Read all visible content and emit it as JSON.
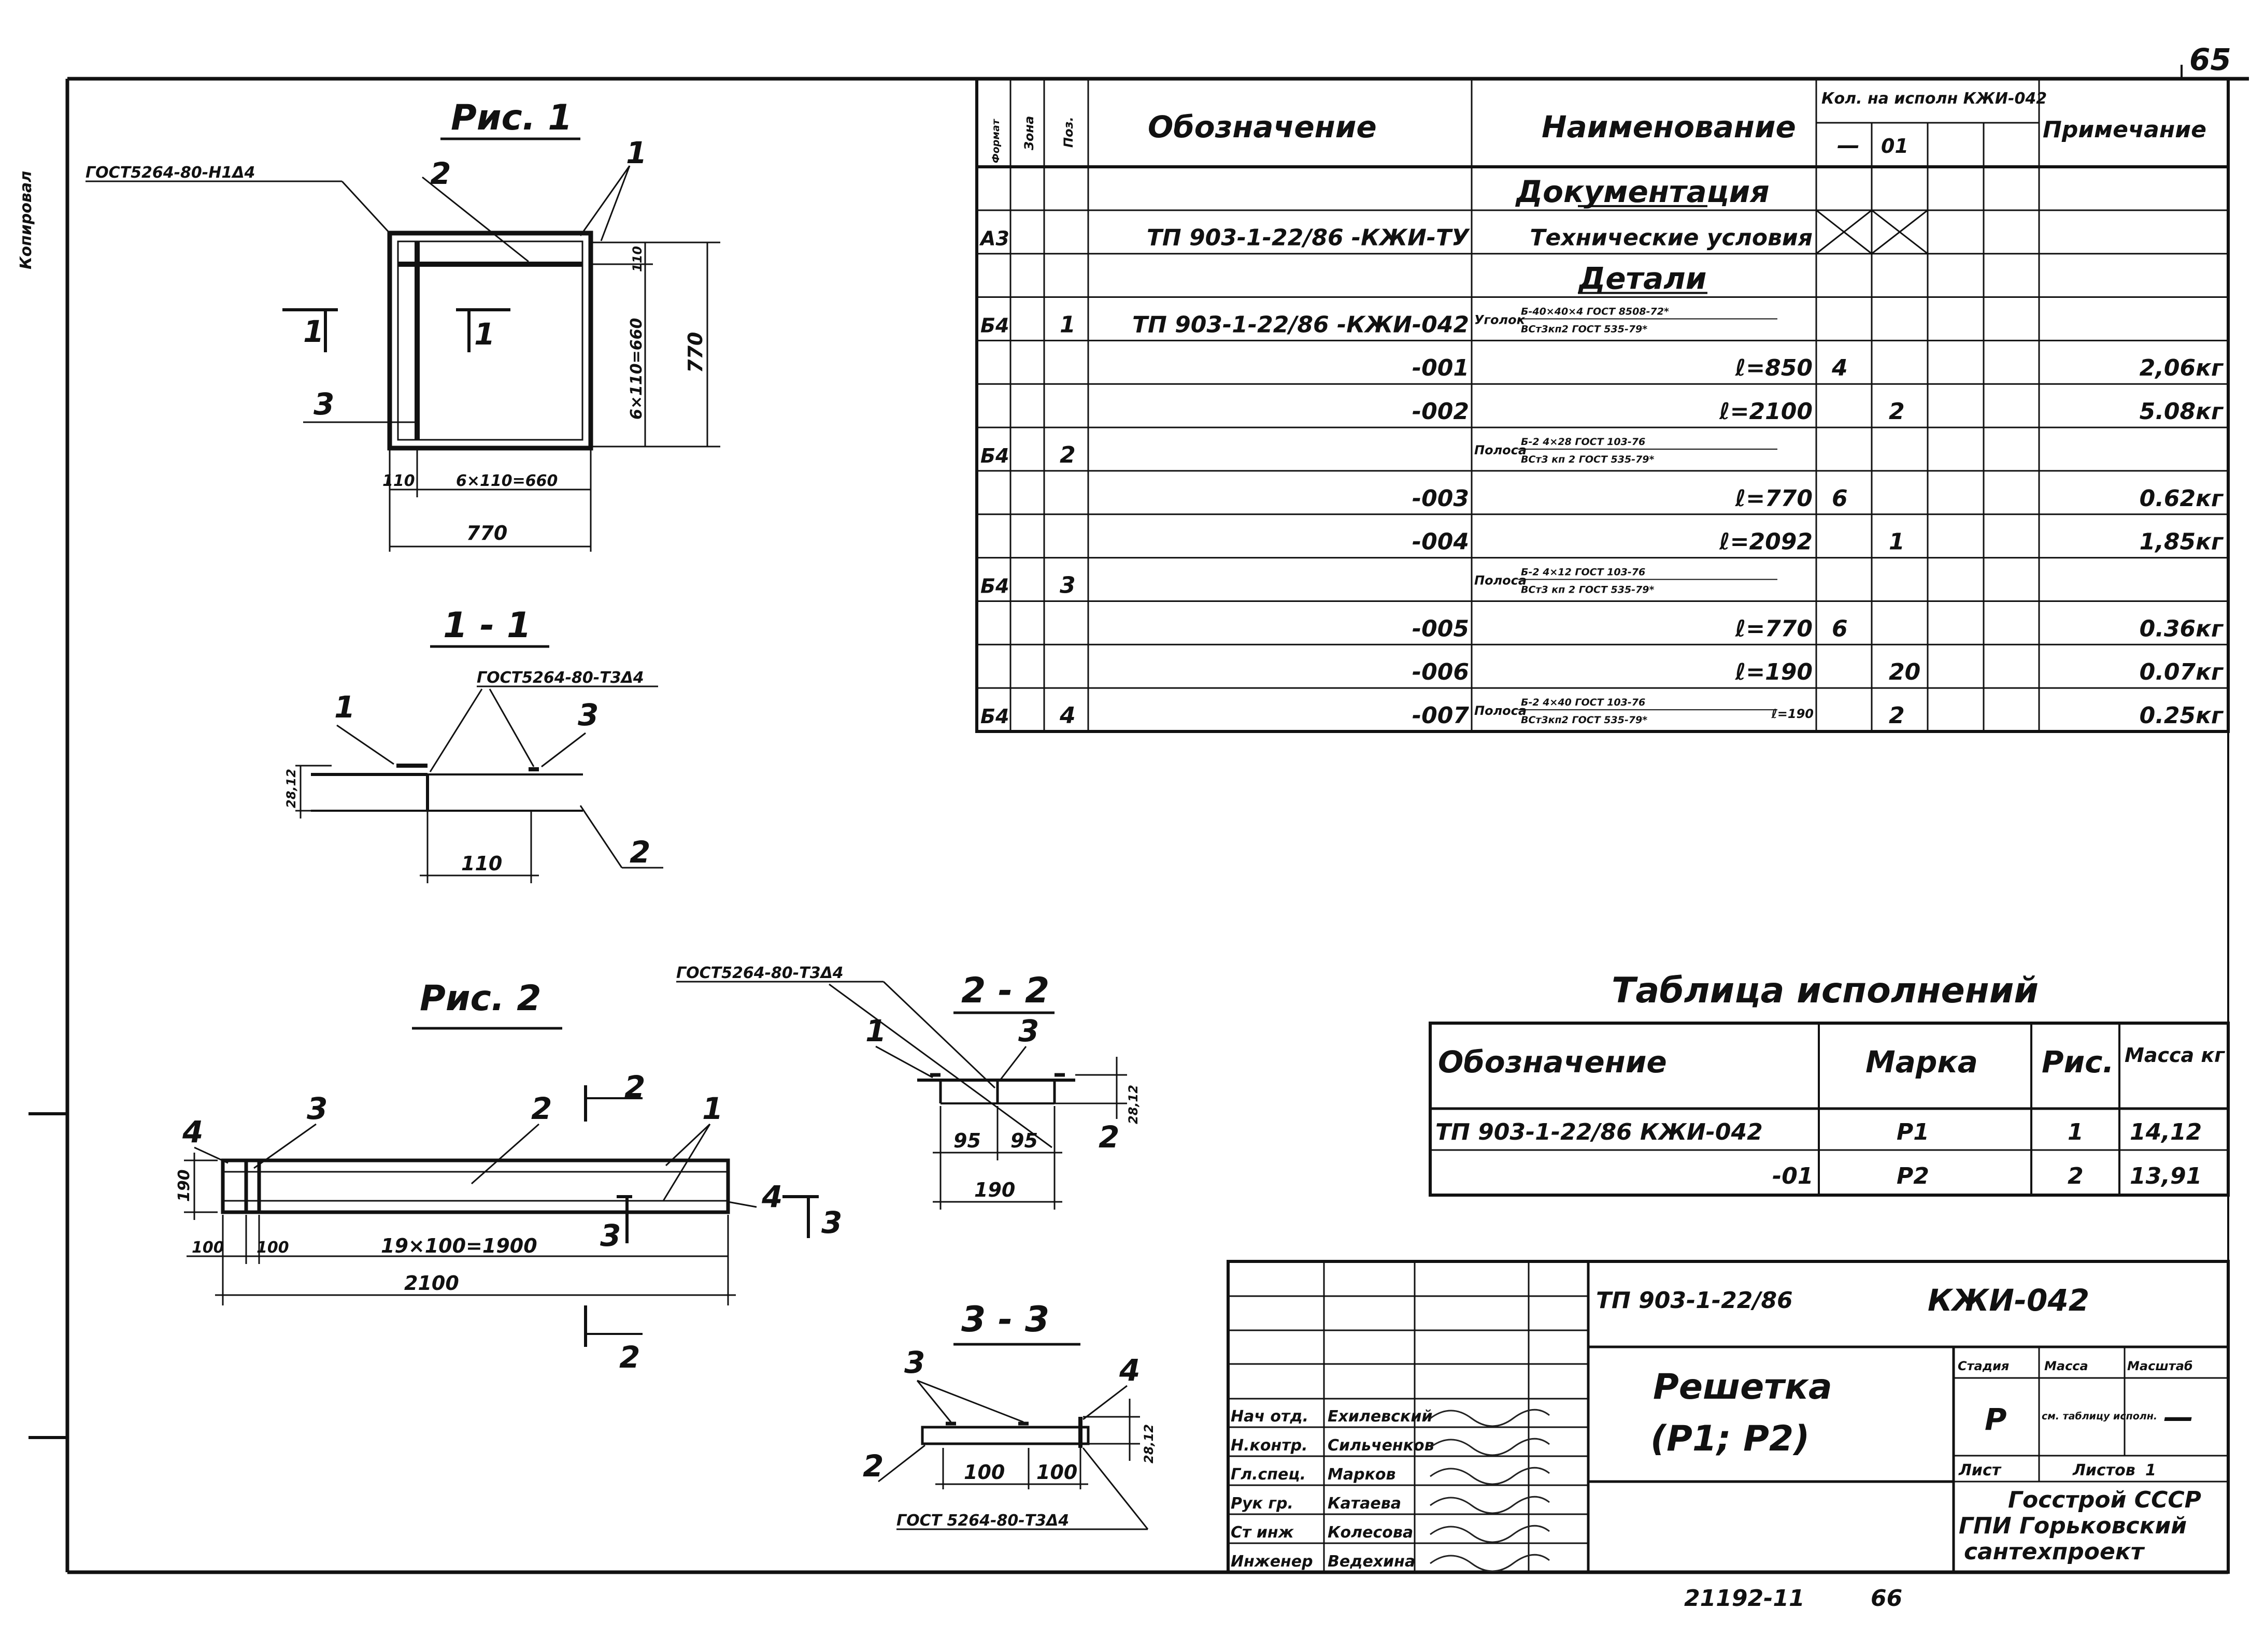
{
  "sheet": {
    "page_number": "65",
    "margin_stamp": "Копировал",
    "footer_code": "21192-11",
    "footer_format": "66"
  },
  "fig1": {
    "title": "Рис. 1",
    "weld_spec": "ГОСТ5264-80-Н1Δ4",
    "section_mark": "1",
    "callouts": [
      "1",
      "2",
      "3"
    ],
    "dim_top_gap": "110",
    "dim_spacing": "6×110=660",
    "dim_height": "770",
    "dim_width": "770",
    "dim_left": "110",
    "dim_bottom_spacing": "6×110=660"
  },
  "sec11": {
    "title": "1 - 1",
    "weld_spec": "ГОСТ5264-80-Т3Δ4",
    "callouts": [
      "1",
      "3",
      "2"
    ],
    "dim_height": "28,12",
    "dim_width": "110"
  },
  "fig2": {
    "title": "Рис. 2",
    "callouts": [
      "4",
      "3",
      "2",
      "1",
      "4"
    ],
    "section_marks": [
      "2",
      "3",
      "3",
      "2"
    ],
    "dim_height": "190",
    "dim_left": "100",
    "dim_first": "100",
    "dim_spacing": "19×100=1900",
    "dim_total": "2100"
  },
  "sec22": {
    "title": "2 - 2",
    "weld_spec": "ГОСТ5264-80-Т3Δ4",
    "callouts": [
      "1",
      "3",
      "2"
    ],
    "dim_a": "95",
    "dim_b": "95",
    "dim_total": "190",
    "dim_height": "28,12"
  },
  "sec33": {
    "title": "3 - 3",
    "weld_spec": "ГОСТ 5264-80-Т3Δ4",
    "callouts": [
      "3",
      "4",
      "2"
    ],
    "dim_a": "100",
    "dim_b": "100",
    "dim_height": "28,12"
  },
  "spec": {
    "headers": {
      "format": "Формат",
      "zone": "Зона",
      "pos": "Поз.",
      "designation": "Обозначение",
      "name": "Наименование",
      "qty": "Кол. на исполн КЖИ-042",
      "qty_a": "—",
      "qty_b": "01",
      "note": "Примечание"
    },
    "rows": [
      {
        "format": "",
        "pos": "",
        "designation": "",
        "name": "Документация",
        "q1": "",
        "q2": "",
        "note": "",
        "kind": "section"
      },
      {
        "format": "А3",
        "pos": "",
        "designation": "ТП 903-1-22/86 -КЖИ-ТУ",
        "name": "Технические условия",
        "q1": "",
        "q2": "",
        "note": "",
        "kind": "crossed"
      },
      {
        "format": "",
        "pos": "",
        "designation": "",
        "name": "Детали",
        "q1": "",
        "q2": "",
        "note": "",
        "kind": "section"
      },
      {
        "format": "Б4",
        "pos": "1",
        "designation": "ТП 903-1-22/86 -КЖИ-042",
        "name": "Уголок",
        "name_top": "Б-40×40×4 ГОСТ 8508-72*",
        "name_bottom": "ВСт3кп2 ГОСТ 535-79*",
        "q1": "",
        "q2": "",
        "note": "",
        "kind": "fraction"
      },
      {
        "format": "",
        "pos": "",
        "designation": "-001",
        "name": "ℓ=850",
        "q1": "4",
        "q2": "",
        "note": "2,06кг",
        "kind": "item"
      },
      {
        "format": "",
        "pos": "",
        "designation": "-002",
        "name": "ℓ=2100",
        "q1": "",
        "q2": "2",
        "note": "5.08кг",
        "kind": "item"
      },
      {
        "format": "Б4",
        "pos": "2",
        "designation": "",
        "name": "Полоса",
        "name_top": "Б-2 4×28 ГОСТ 103-76",
        "name_bottom": "ВСт3 кп 2 ГОСТ 535-79*",
        "q1": "",
        "q2": "",
        "note": "",
        "kind": "fraction"
      },
      {
        "format": "",
        "pos": "",
        "designation": "-003",
        "name": "ℓ=770",
        "q1": "6",
        "q2": "",
        "note": "0.62кг",
        "kind": "item"
      },
      {
        "format": "",
        "pos": "",
        "designation": "-004",
        "name": "ℓ=2092",
        "q1": "",
        "q2": "1",
        "note": "1,85кг",
        "kind": "item"
      },
      {
        "format": "Б4",
        "pos": "3",
        "designation": "",
        "name": "Полоса",
        "name_top": "Б-2 4×12 ГОСТ 103-76",
        "name_bottom": "ВСт3 кп 2 ГОСТ 535-79*",
        "q1": "",
        "q2": "",
        "note": "",
        "kind": "fraction"
      },
      {
        "format": "",
        "pos": "",
        "designation": "-005",
        "name": "ℓ=770",
        "q1": "6",
        "q2": "",
        "note": "0.36кг",
        "kind": "item"
      },
      {
        "format": "",
        "pos": "",
        "designation": "-006",
        "name": "ℓ=190",
        "q1": "",
        "q2": "20",
        "note": "0.07кг",
        "kind": "item"
      },
      {
        "format": "Б4",
        "pos": "4",
        "designation": "-007",
        "name": "Полоса",
        "name_top": "Б-2 4×40 ГОСТ 103-76",
        "name_bottom": "ВСт3кп2 ГОСТ 535-79*",
        "name_suffix": "ℓ=190",
        "q1": "",
        "q2": "2",
        "note": "0.25кг",
        "kind": "fraction"
      }
    ]
  },
  "variants": {
    "title": "Таблица исполнений",
    "headers": {
      "designation": "Обозначение",
      "mark": "Марка",
      "fig": "Рис.",
      "mass": "Масса кг"
    },
    "rows": [
      {
        "designation": "ТП 903-1-22/86 КЖИ-042",
        "mark": "Р1",
        "fig": "1",
        "mass": "14,12"
      },
      {
        "designation": "-01",
        "mark": "Р2",
        "fig": "2",
        "mass": "13,91"
      }
    ]
  },
  "title_block": {
    "code": "ТП 903-1-22/86",
    "doc": "КЖИ-042",
    "item_title": "Решетка",
    "item_subtitle": "(Р1; Р2)",
    "stage_label": "Стадия",
    "mass_label": "Масса",
    "scale_label": "Масштаб",
    "stage": "Р",
    "mass": "см. таблицу исполн.",
    "scale": "—",
    "sheet_label": "Лист",
    "sheets_label": "Листов",
    "sheets": "1",
    "org1": "Госстрой СССР",
    "org2": "ГПИ Горьковский",
    "org3": "сантехпроект",
    "roles": [
      "Нач отд.",
      "Н.контр.",
      "Гл.спец.",
      "Рук гр.",
      "Ст инж",
      "Инженер"
    ],
    "names": [
      "Ехилевский",
      "Сильченков",
      "Марков",
      "Катаева",
      "Колесова",
      "Ведехина"
    ]
  }
}
